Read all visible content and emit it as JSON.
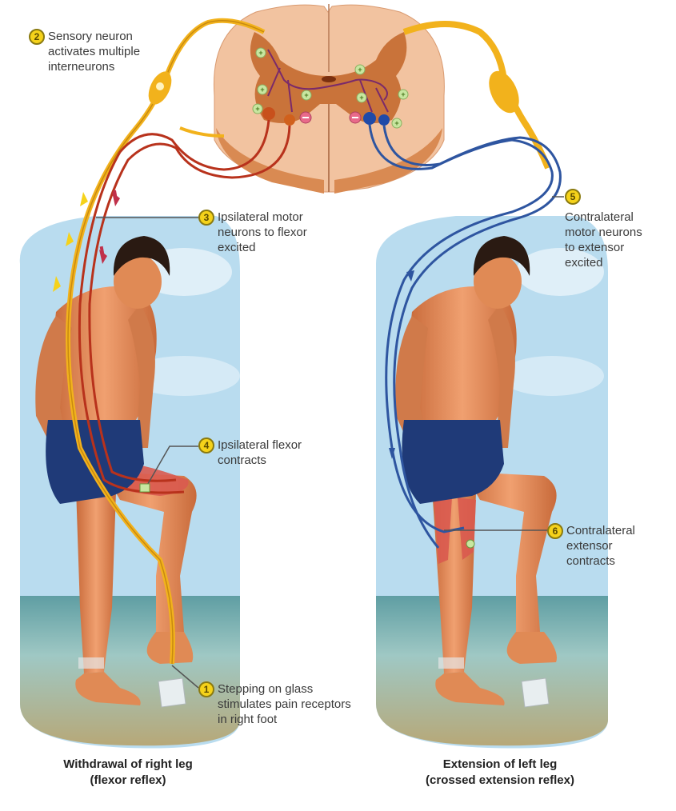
{
  "figure": {
    "title_left": "Withdrawal of right leg",
    "subtitle_left": "(flexor reflex)",
    "title_right": "Extension of left leg",
    "subtitle_right": "(crossed extension reflex)"
  },
  "steps": [
    {
      "number": "1",
      "text": "Stepping on glass\nstimulates pain receptors\nin right foot"
    },
    {
      "number": "2",
      "text": "Sensory neuron\nactivates multiple\ninterneurons"
    },
    {
      "number": "3",
      "text": "Ipsilateral motor\nneurons to flexor\nexcited"
    },
    {
      "number": "4",
      "text": "Ipsilateral flexor\ncontracts"
    },
    {
      "number": "5",
      "text": "Contralateral\nmotor neurons\nto extensor\nexcited"
    },
    {
      "number": "6",
      "text": "Contralateral\nextensor\ncontracts"
    }
  ],
  "colors": {
    "sensory_neuron": "#f2b21c",
    "ipsilateral_motor": "#b8321c",
    "contralateral_motor": "#2e55a0",
    "spinal_white_matter": "#f2c3a0",
    "spinal_gray_matter": "#c9733a",
    "badge": "#f5d21a",
    "sky": "#bfe0f2",
    "water": "#7fb3b8",
    "skin": "#e08a55",
    "shorts": "#1f3a78",
    "excitatory_synapse": "#c8e6a0",
    "inhibitory_synapse": "#e86a8a"
  },
  "icons": {
    "excitatory": "+",
    "inhibitory": "−"
  }
}
